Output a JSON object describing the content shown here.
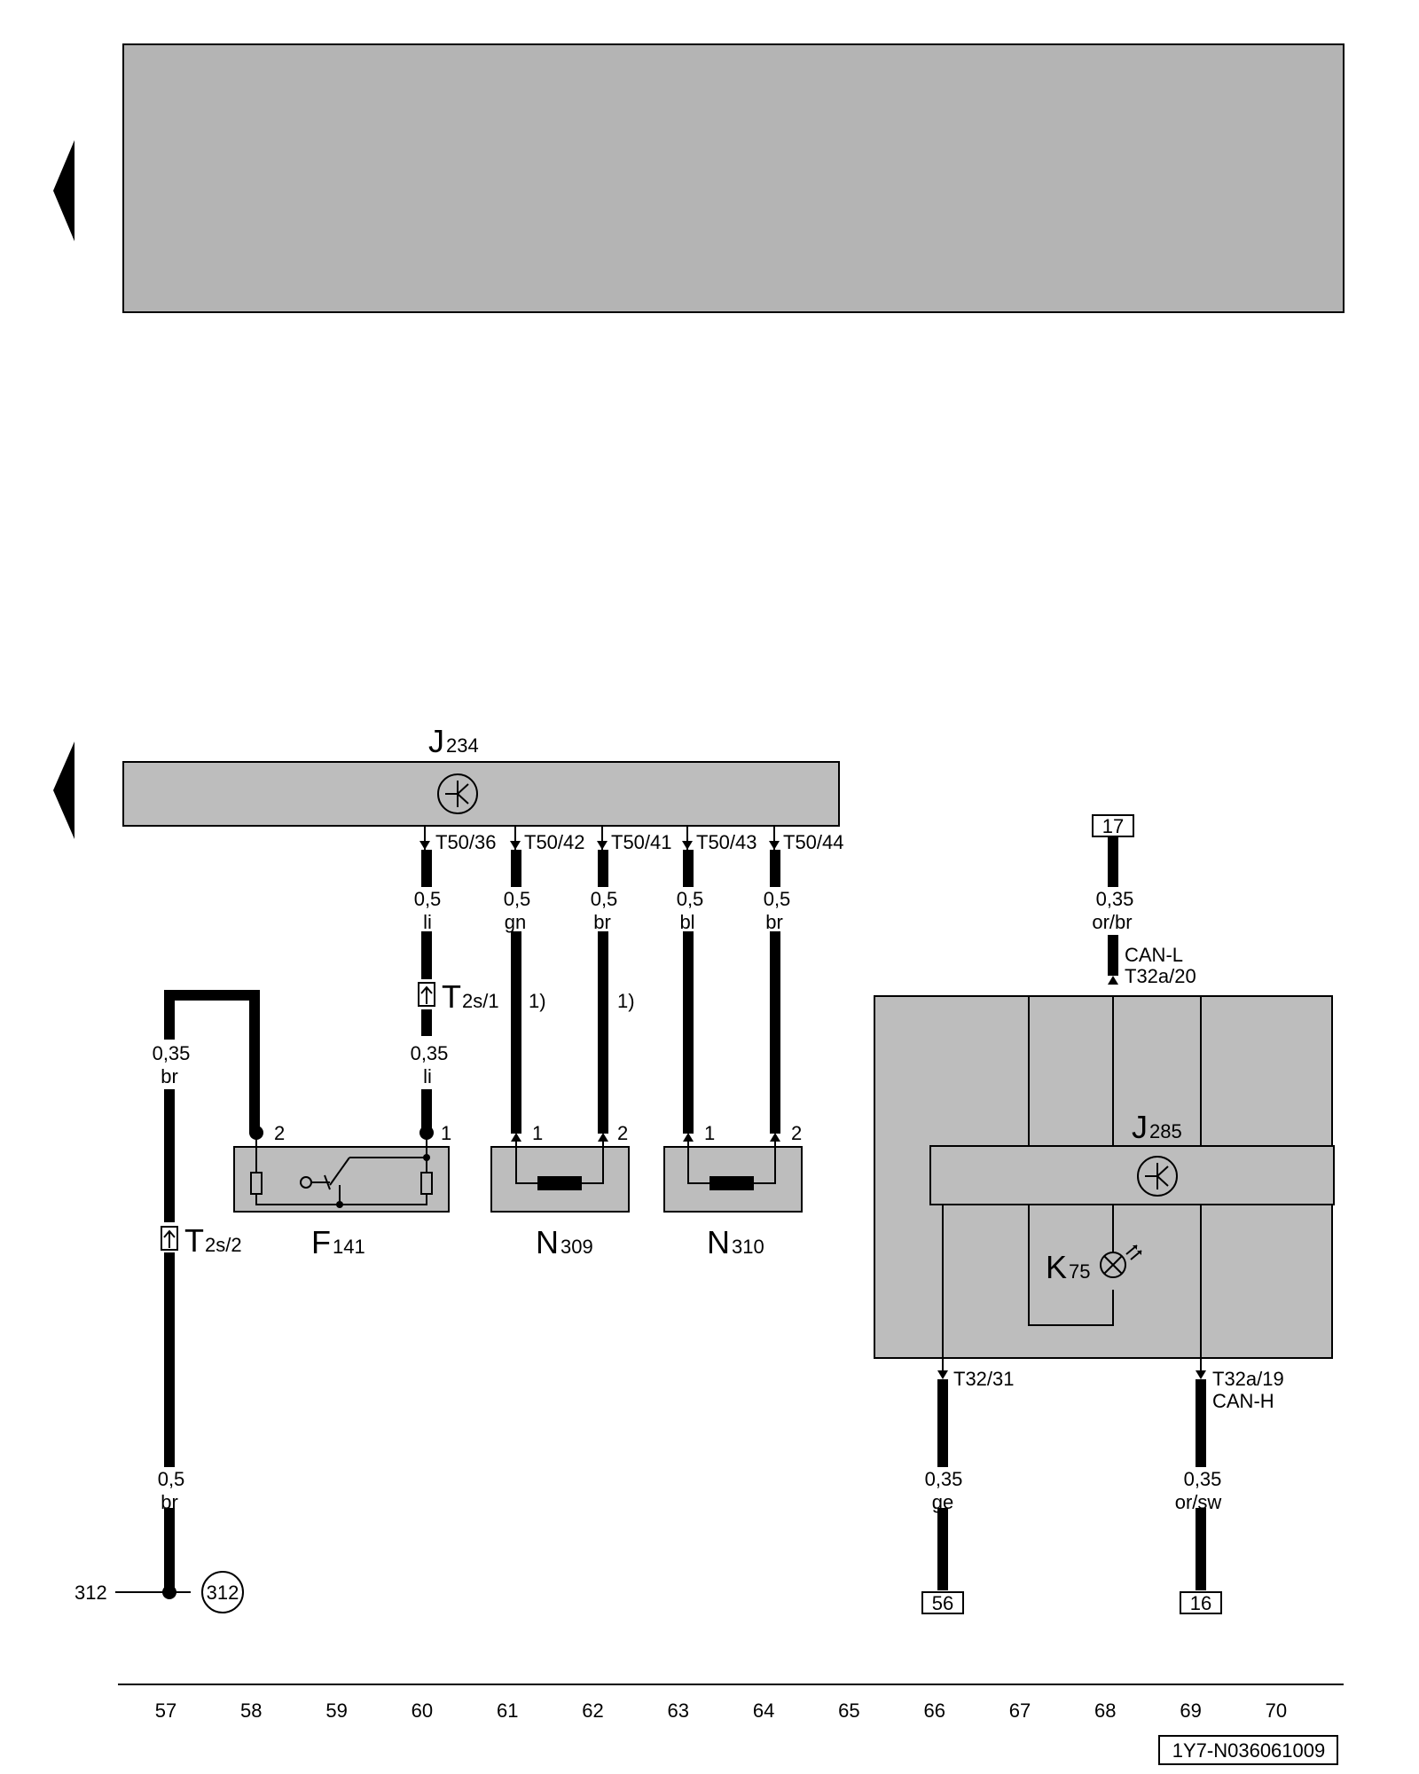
{
  "header": {
    "banner_color": "#b4b4b4"
  },
  "units": {
    "j234": {
      "letter": "J",
      "number": "234"
    },
    "j285": {
      "letter": "J",
      "number": "285"
    },
    "k75": {
      "letter": "K",
      "number": "75"
    },
    "f141": {
      "letter": "F",
      "number": "141"
    },
    "n309": {
      "letter": "N",
      "number": "309"
    },
    "n310": {
      "letter": "N",
      "number": "310"
    },
    "t2s1": {
      "letter": "T",
      "number": "2s/1"
    },
    "t2s2": {
      "letter": "T",
      "number": "2s/2"
    }
  },
  "connectors": {
    "t50_36": "T50/36",
    "t50_42": "T50/42",
    "t50_41": "T50/41",
    "t50_43": "T50/43",
    "t50_44": "T50/44",
    "t32a_20": "T32a/20",
    "t32_31": "T32/31",
    "t32a_19": "T32a/19"
  },
  "signals": {
    "can_l": "CAN-L",
    "can_h": "CAN-H"
  },
  "wires": {
    "w60_top": {
      "size": "0,5",
      "color": "li"
    },
    "w60_bot": {
      "size": "0,35",
      "color": "li"
    },
    "w61": {
      "size": "0,5",
      "color": "gn"
    },
    "w62": {
      "size": "0,5",
      "color": "br"
    },
    "w63": {
      "size": "0,5",
      "color": "bl"
    },
    "w64": {
      "size": "0,5",
      "color": "br"
    },
    "w57_top": {
      "size": "0,35",
      "color": "br"
    },
    "w57_bot": {
      "size": "0,5",
      "color": "br"
    },
    "w68": {
      "size": "0,35",
      "color": "or/br"
    },
    "w66": {
      "size": "0,35",
      "color": "ge"
    },
    "w69": {
      "size": "0,35",
      "color": "or/sw"
    }
  },
  "pins": {
    "p1": "1",
    "p2": "2"
  },
  "footnote": "1)",
  "refs": {
    "r17": "17",
    "r56": "56",
    "r16": "16",
    "ground": "312",
    "ground_line": "312"
  },
  "columns": [
    "57",
    "58",
    "59",
    "60",
    "61",
    "62",
    "63",
    "64",
    "65",
    "66",
    "67",
    "68",
    "69",
    "70"
  ],
  "doc_code": "1Y7-N036061009"
}
